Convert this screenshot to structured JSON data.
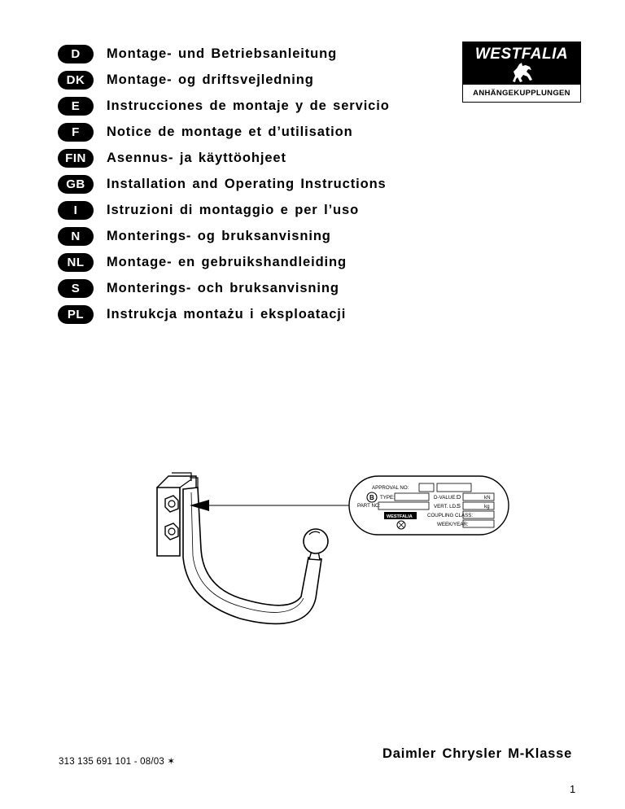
{
  "languages": [
    {
      "code": "D",
      "text": "Montage- und Betriebsanleitung"
    },
    {
      "code": "DK",
      "text": "Montage- og driftsvejledning"
    },
    {
      "code": "E",
      "text": "Instrucciones de montaje y de servicio"
    },
    {
      "code": "F",
      "text": "Notice de montage et d’utilisation"
    },
    {
      "code": "FIN",
      "text": "Asennus- ja käyttöohjeet"
    },
    {
      "code": "GB",
      "text": "Installation and Operating Instructions"
    },
    {
      "code": "I",
      "text": "Istruzioni di montaggio e per l’uso"
    },
    {
      "code": "N",
      "text": "Monterings- og bruksanvisning"
    },
    {
      "code": "NL",
      "text": "Montage- en gebruikshandleiding"
    },
    {
      "code": "S",
      "text": "Monterings- och bruksanvisning"
    },
    {
      "code": "PL",
      "text": "Instrukcja montażu i eksploatacji"
    }
  ],
  "logo": {
    "brand": "WESTFALIA",
    "tagline": "ANHÄNGEKUPPLUNGEN"
  },
  "plate": {
    "approval": "APPROVAL NO:",
    "type": "TYPE:",
    "part": "PART NO:",
    "dvalue": "D-VALUE:",
    "d": "D",
    "kn": "kN",
    "vert": "VERT. LD.:",
    "s": "S",
    "kg": "kg",
    "coupling": "COUPLING CLASS:",
    "week": "WEEK/YEAR:",
    "mark": "B",
    "brand": "WESTFALIA"
  },
  "footer": {
    "code": "313 135 691 101 - 08/03 ✶",
    "model": "Daimler Chrysler M-Klasse",
    "page": "1"
  }
}
